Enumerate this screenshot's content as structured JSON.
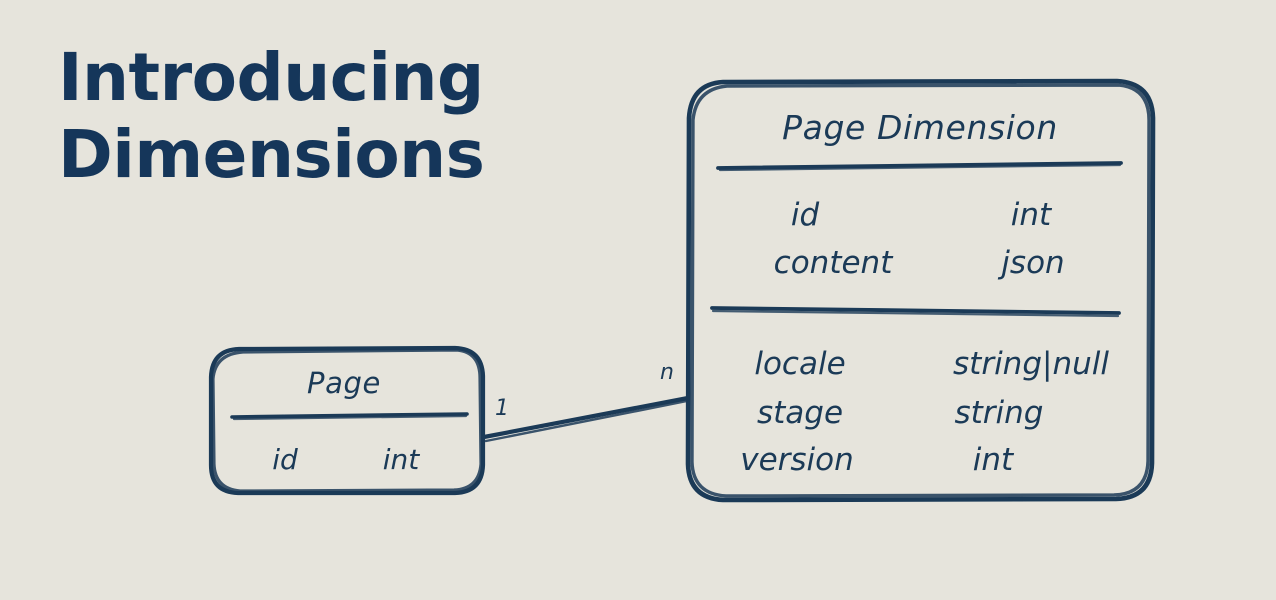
{
  "page": {
    "background_color": "#e6e4dc",
    "ink_color": "#1b3a57",
    "headline_color": "#15365a"
  },
  "headline": {
    "text": "Introducing\nDimensions"
  },
  "diagram": {
    "type": "er-diagram",
    "style": "hand-drawn-sketch",
    "entities": [
      {
        "id": "page",
        "title": "Page",
        "sections": [
          {
            "fields": [
              {
                "name": "id",
                "type": "int"
              }
            ]
          }
        ]
      },
      {
        "id": "page-dimension",
        "title": "Page Dimension",
        "sections": [
          {
            "fields": [
              {
                "name": "id",
                "type": "int"
              },
              {
                "name": "content",
                "type": "json"
              }
            ]
          },
          {
            "fields": [
              {
                "name": "locale",
                "type": "string|null"
              },
              {
                "name": "stage",
                "type": "string"
              },
              {
                "name": "version",
                "type": "int"
              }
            ]
          }
        ]
      }
    ],
    "relationship": {
      "from_entity": "page",
      "to_entity": "page-dimension",
      "from_cardinality": "1",
      "to_cardinality": "n"
    }
  }
}
